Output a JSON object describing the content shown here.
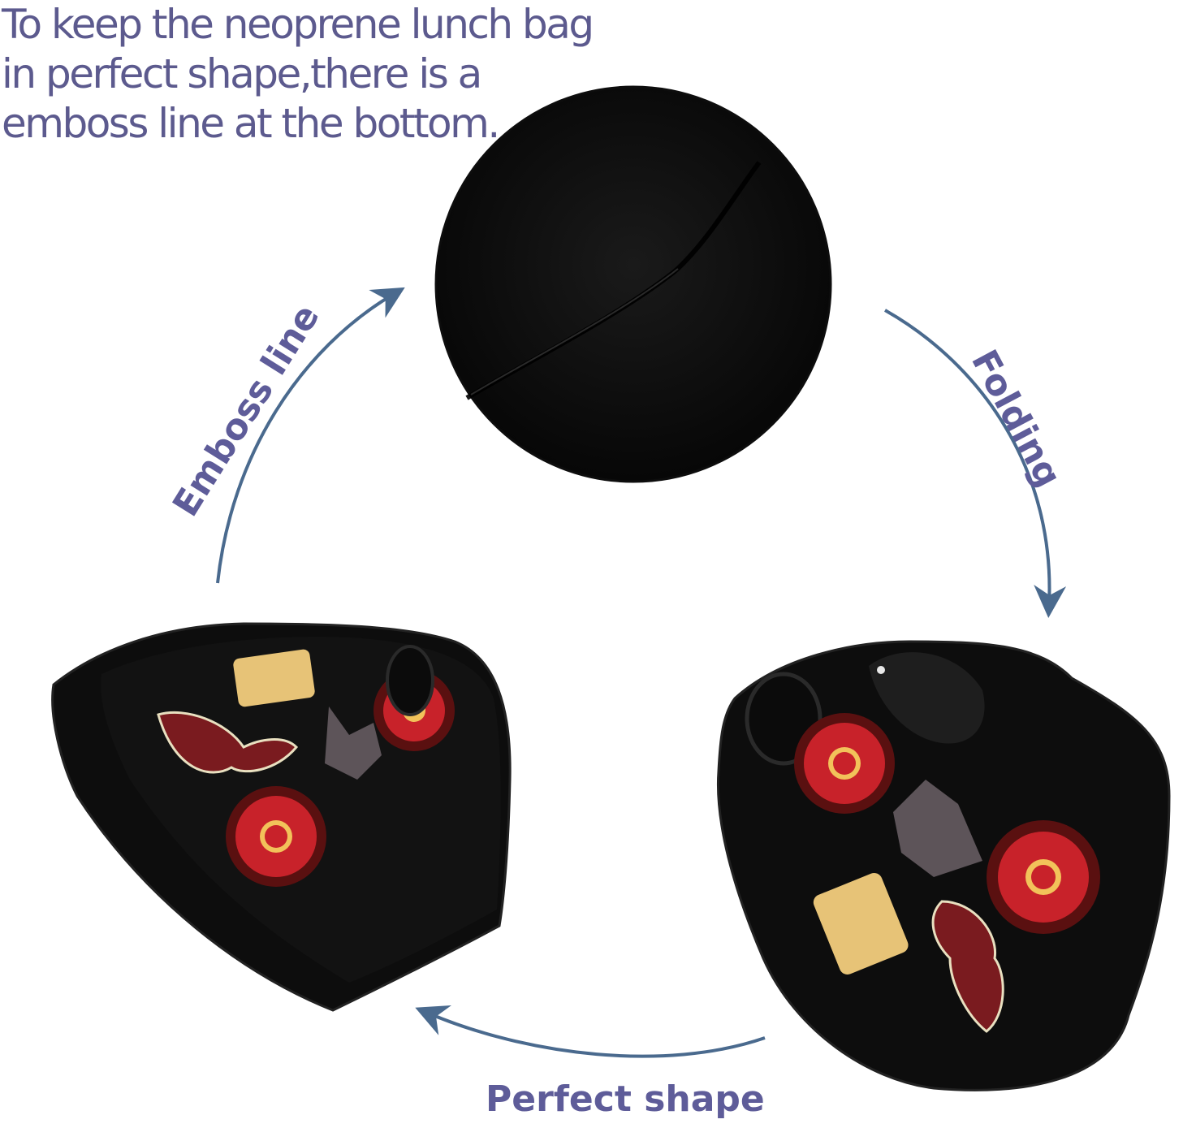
{
  "caption": {
    "lines": [
      "To keep the neoprene lunch bag",
      "in perfect shape,there is a",
      "emboss line at the bottom."
    ]
  },
  "labels": {
    "emboss_line": "Emboss line",
    "folding": "Folding",
    "perfect_shape": "Perfect shape"
  },
  "colors": {
    "caption_text": "#5c5a8e",
    "label_text": "#5e5c99",
    "arrow": "#4a6a8e",
    "bag": "#0b0b0b"
  },
  "images": {
    "top": "emboss-line-closeup",
    "left": "lunch-bag-side-view",
    "right": "lunch-bag-folded-view"
  }
}
